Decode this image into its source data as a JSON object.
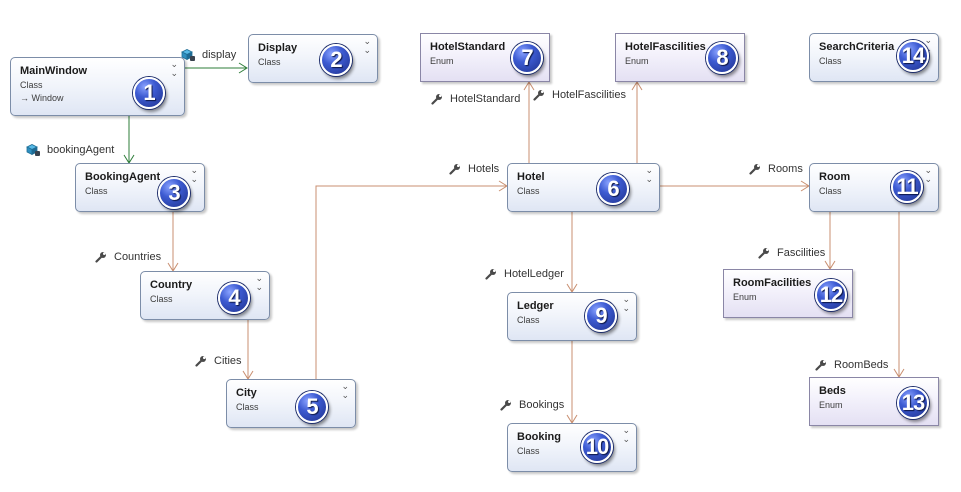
{
  "nodes": [
    {
      "id": "mainwindow",
      "name": "MainWindow",
      "kind": "Class",
      "base": "→ Window",
      "number": "1"
    },
    {
      "id": "display",
      "name": "Display",
      "kind": "Class",
      "number": "2"
    },
    {
      "id": "bookingagent",
      "name": "BookingAgent",
      "kind": "Class",
      "number": "3"
    },
    {
      "id": "country",
      "name": "Country",
      "kind": "Class",
      "number": "4"
    },
    {
      "id": "city",
      "name": "City",
      "kind": "Class",
      "number": "5"
    },
    {
      "id": "hotel",
      "name": "Hotel",
      "kind": "Class",
      "number": "6"
    },
    {
      "id": "hotelstandard",
      "name": "HotelStandard",
      "kind": "Enum",
      "number": "7"
    },
    {
      "id": "hotelfascilities",
      "name": "HotelFascilities",
      "kind": "Enum",
      "number": "8"
    },
    {
      "id": "ledger",
      "name": "Ledger",
      "kind": "Class",
      "number": "9"
    },
    {
      "id": "booking",
      "name": "Booking",
      "kind": "Class",
      "number": "10"
    },
    {
      "id": "room",
      "name": "Room",
      "kind": "Class",
      "number": "11"
    },
    {
      "id": "roomfacilities",
      "name": "RoomFacilities",
      "kind": "Enum",
      "number": "12"
    },
    {
      "id": "beds",
      "name": "Beds",
      "kind": "Enum",
      "number": "13"
    },
    {
      "id": "searchcriteria",
      "name": "SearchCriteria",
      "kind": "Class",
      "number": "14"
    }
  ],
  "associations": [
    {
      "id": "display",
      "label": "display",
      "icon": "field-icon"
    },
    {
      "id": "bookingagent",
      "label": "bookingAgent",
      "icon": "field-icon"
    },
    {
      "id": "countries",
      "label": "Countries",
      "icon": "property-icon"
    },
    {
      "id": "cities",
      "label": "Cities",
      "icon": "property-icon"
    },
    {
      "id": "hotels",
      "label": "Hotels",
      "icon": "property-icon"
    },
    {
      "id": "hotelstandard",
      "label": "HotelStandard",
      "icon": "property-icon"
    },
    {
      "id": "hotelfascilities",
      "label": "HotelFascilities",
      "icon": "property-icon"
    },
    {
      "id": "hotelledger",
      "label": "HotelLedger",
      "icon": "property-icon"
    },
    {
      "id": "bookings",
      "label": "Bookings",
      "icon": "property-icon"
    },
    {
      "id": "rooms",
      "label": "Rooms",
      "icon": "property-icon"
    },
    {
      "id": "fascilities",
      "label": "Fascilities",
      "icon": "property-icon"
    },
    {
      "id": "roombeds",
      "label": "RoomBeds",
      "icon": "property-icon"
    }
  ],
  "colors": {
    "field_connector": "#2e7d3a",
    "property_connector": "#c98f70",
    "badge": "#3d5bd2"
  }
}
